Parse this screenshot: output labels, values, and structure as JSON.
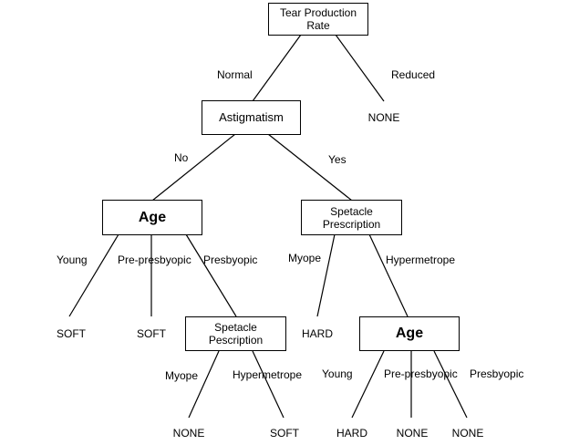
{
  "nodes": {
    "root": "Tear Production\nRate",
    "astigmatism": "Astigmatism",
    "age1": "Age",
    "spectacle1": "Spetacle\nPrescription",
    "spectacle2": "Spetacle\nPescription",
    "age2": "Age"
  },
  "edge_labels": {
    "normal": "Normal",
    "reduced": "Reduced",
    "no": "No",
    "yes": "Yes",
    "young1": "Young",
    "prepresbyopic1": "Pre-presbyopic",
    "presbyopic1": "Presbyopic",
    "myope1": "Myope",
    "hypermetrope1": "Hypermetrope",
    "myope2": "Myope",
    "hypermetrope2": "Hypermetrope",
    "young2": "Young",
    "prepresbyopic2": "Pre-presbyopic",
    "presbyopic2": "Presbyopic"
  },
  "leaves": {
    "none_reduced": "NONE",
    "soft_young": "SOFT",
    "soft_prepresbyopic": "SOFT",
    "none_myope2": "NONE",
    "soft_hypermetrope2": "SOFT",
    "hard_myope1": "HARD",
    "hard_young2": "HARD",
    "none_prepresbyopic2": "NONE",
    "none_presbyopic2": "NONE"
  }
}
